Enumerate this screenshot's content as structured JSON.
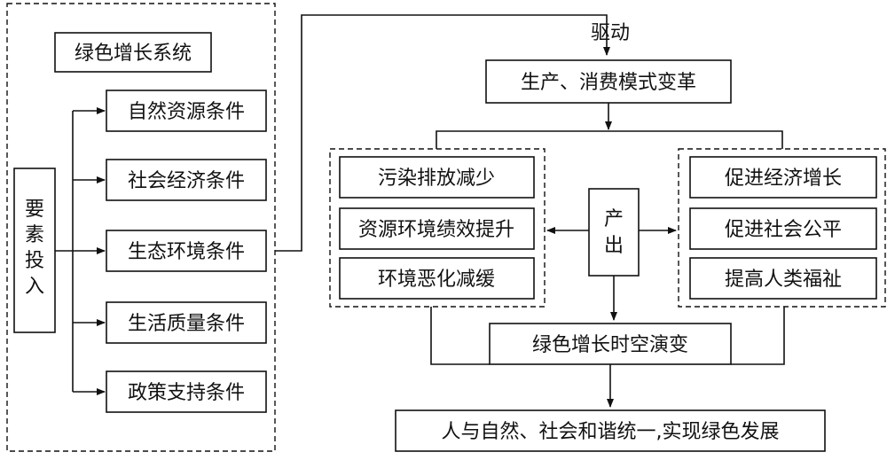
{
  "system_title": "绿色增长系统",
  "input_label": [
    "要",
    "素",
    "投",
    "入"
  ],
  "conditions": [
    "自然资源条件",
    "社会经济条件",
    "生态环境条件",
    "生活质量条件",
    "政策支持条件"
  ],
  "drive_label": "驱动",
  "mode_change": "生产、消费模式变革",
  "environment_effects": [
    "污染排放减少",
    "资源环境绩效提升",
    "环境恶化减缓"
  ],
  "output_label": [
    "产",
    "出"
  ],
  "social_effects": [
    "促进经济增长",
    "促进社会公平",
    "提高人类福祉"
  ],
  "evolution": "绿色增长时空演变",
  "goal": "人与自然、社会和谐统一,实现绿色发展"
}
